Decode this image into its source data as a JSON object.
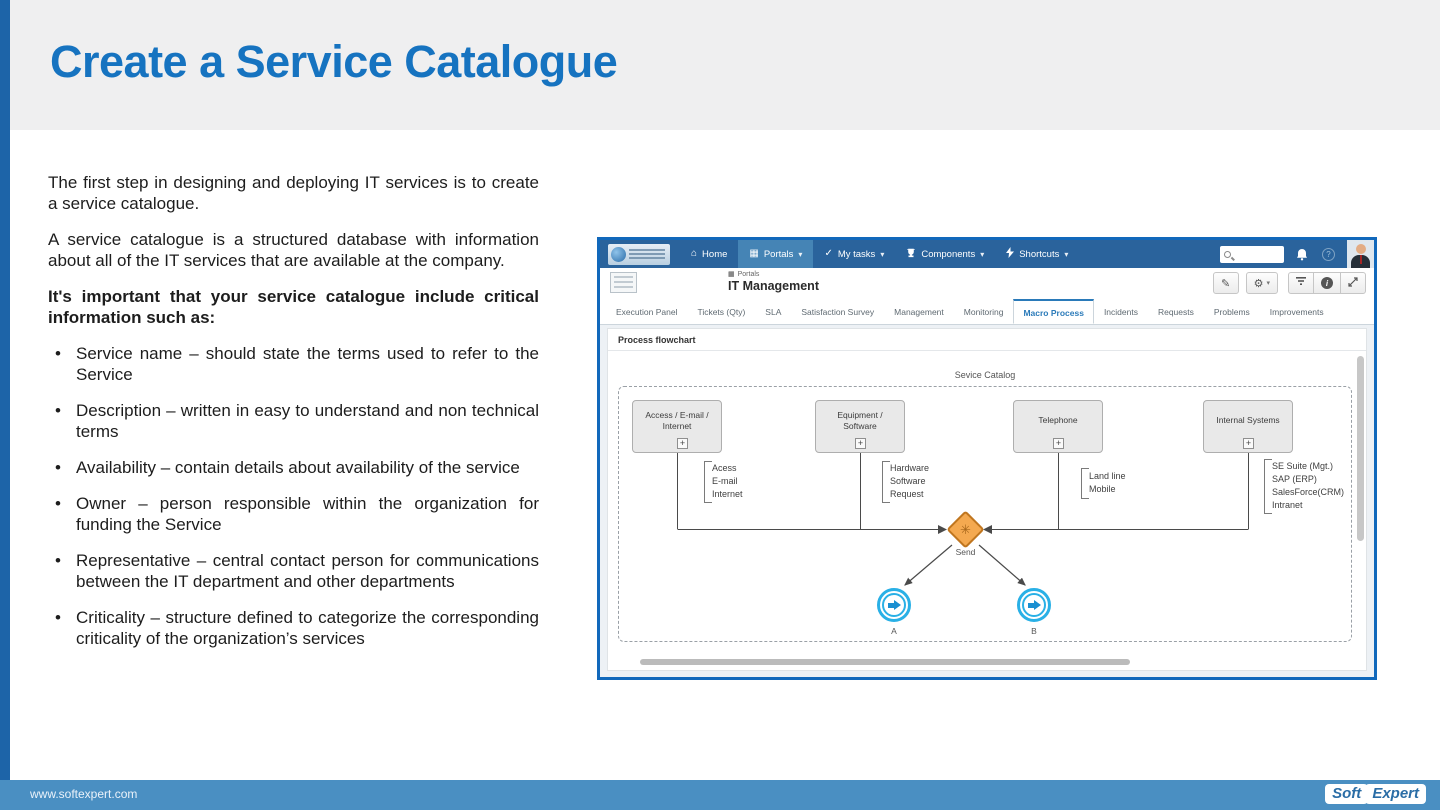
{
  "slide": {
    "title": "Create a Service Catalogue",
    "footer_url": "www.softexpert.com",
    "brand": {
      "soft": "Soft",
      "expert": "Expert"
    }
  },
  "content": {
    "paragraph_1": "The first step in designing and deploying IT services is to create a service catalogue.",
    "paragraph_2": "A service catalogue is a structured database with information about all of the IT services that are available at the company.",
    "emphasis": "It's important that your service catalogue include critical information such as:",
    "bullets": [
      "Service name – should state the terms used to refer to the Service",
      "Description – written in easy to understand and non technical terms",
      "Availability – contain details about availability of the service",
      "Owner – person responsible within the organization for funding the Service",
      "Representative – central contact person for communications between the IT department and other departments",
      "Criticality – structure defined to categorize the corresponding criticality of the organization’s services"
    ]
  },
  "app": {
    "nav": {
      "home": "Home",
      "portals": "Portals",
      "my_tasks": "My tasks",
      "components": "Components",
      "shortcuts": "Shortcuts"
    },
    "header": {
      "breadcrumb": "Portals",
      "title": "IT Management"
    },
    "tabs": [
      "Execution Panel",
      "Tickets (Qty)",
      "SLA",
      "Satisfaction Survey",
      "Management",
      "Monitoring",
      "Macro Process",
      "Incidents",
      "Requests",
      "Problems",
      "Improvements"
    ],
    "active_tab": "Macro Process",
    "panel_title": "Process flowchart",
    "flowchart": {
      "group_label": "Sevice Catalog",
      "boxes": [
        "Access / E-mail /\nInternet",
        "Equipment / Software",
        "Telephone",
        "Internal Systems"
      ],
      "annotations": [
        "Acess\nE-mail\nInternet",
        "Hardware\nSoftware\nRequest",
        "Land line\nMobile",
        "SE Suite (Mgt.)\nSAP (ERP)\nSalesForce(CRM)\nIntranet"
      ],
      "gateway_label": "Send",
      "event_labels": [
        "A",
        "B"
      ]
    }
  },
  "icons": {
    "home": "⌂",
    "portals": "▦",
    "caret": "▾",
    "check": "✓",
    "grid": "▦",
    "pencil": "✎",
    "gear": "⚙",
    "help": "?",
    "info": "i",
    "plus": "+",
    "asterisk": "✳"
  },
  "colors": {
    "accent_blue": "#1673c0",
    "stripe_blue": "#1d64a8",
    "footer_blue": "#4a8fc2",
    "navbar_blue": "#2a639c",
    "frame_blue": "#1168bb",
    "tab_active_blue": "#2a7ab9",
    "gateway_orange": "#f4a950",
    "event_cyan": "#29b0e6",
    "box_gray": "#e9e9e9"
  }
}
